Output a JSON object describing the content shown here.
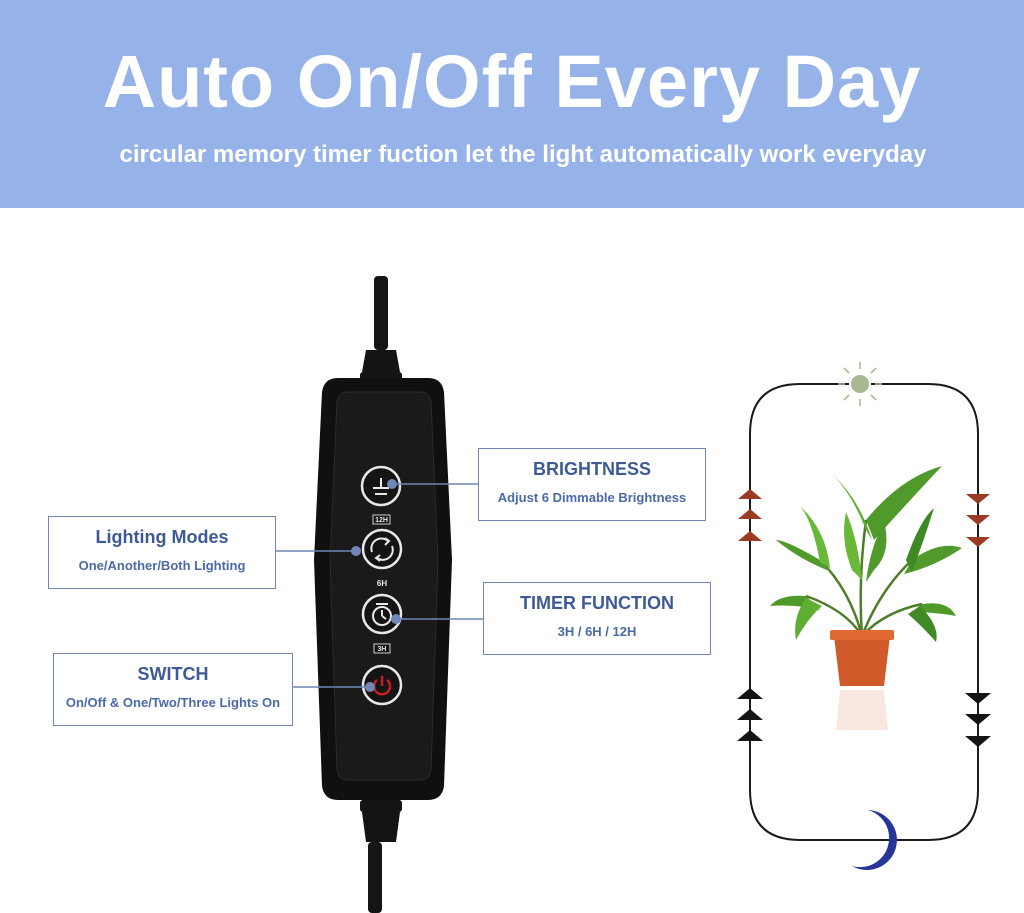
{
  "colors": {
    "banner": "#95b3e9",
    "label_text": "#3e5a96",
    "desc_text": "#4a6aa8",
    "leader_line": "#6f86b6",
    "arrow_day": "#9b3b26",
    "arrow_night": "#141414",
    "sun": "#a9b890",
    "moon": "#27349a",
    "controller": "#111111",
    "power_icon": "#c51f1f"
  },
  "banner": {
    "title": "Auto On/Off Every Day",
    "subtitle": "circular memory timer fuction let the light automatically work everyday"
  },
  "controller": {
    "button_labels": [
      "12H",
      "6H",
      "3H"
    ]
  },
  "callouts": {
    "brightness": {
      "title": "BRIGHTNESS",
      "desc": "Adjust 6 Dimmable Brightness"
    },
    "modes": {
      "title": "Lighting Modes",
      "desc": "One/Another/Both Lighting"
    },
    "timer": {
      "title": "TIMER FUNCTION",
      "desc": "3H / 6H / 12H"
    },
    "switch": {
      "title": "SWITCH",
      "desc": "On/Off & One/Two/Three Lights On"
    }
  },
  "cycle": {
    "icons": [
      "sun-icon",
      "moon-icon",
      "plant-icon"
    ]
  }
}
